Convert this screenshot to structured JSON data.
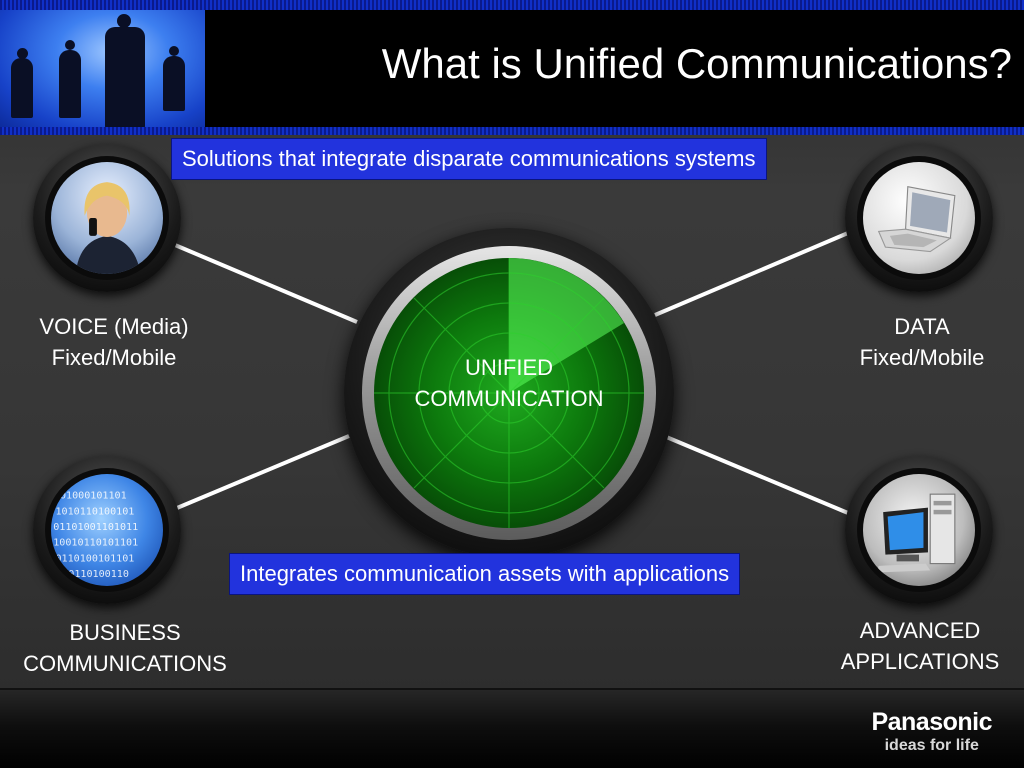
{
  "slide": {
    "title": "What is Unified Communications?"
  },
  "callouts": {
    "top": "Solutions that integrate disparate communications systems",
    "bottom": "Integrates communication assets with applications"
  },
  "center": {
    "line1": "UNIFIED",
    "line2": "COMMUNICATION"
  },
  "nodes": {
    "voice": {
      "line1": "VOICE (Media)",
      "line2": "Fixed/Mobile",
      "image": "woman-on-phone"
    },
    "data": {
      "line1": "DATA",
      "line2": "Fixed/Mobile",
      "image": "laptop"
    },
    "business": {
      "line1": "BUSINESS",
      "line2": "COMMUNICATIONS",
      "image": "binary-globe"
    },
    "advanced": {
      "line1": "ADVANCED",
      "line2": "APPLICATIONS",
      "image": "desktop-computer"
    }
  },
  "brand": {
    "name": "Panasonic",
    "tagline": "ideas for life"
  },
  "colors": {
    "header_background": "#000000",
    "header_stripe": "#1030c8",
    "callout_fill": "#2233dd",
    "radar_green": "#1faa1f",
    "text": "#ffffff"
  }
}
